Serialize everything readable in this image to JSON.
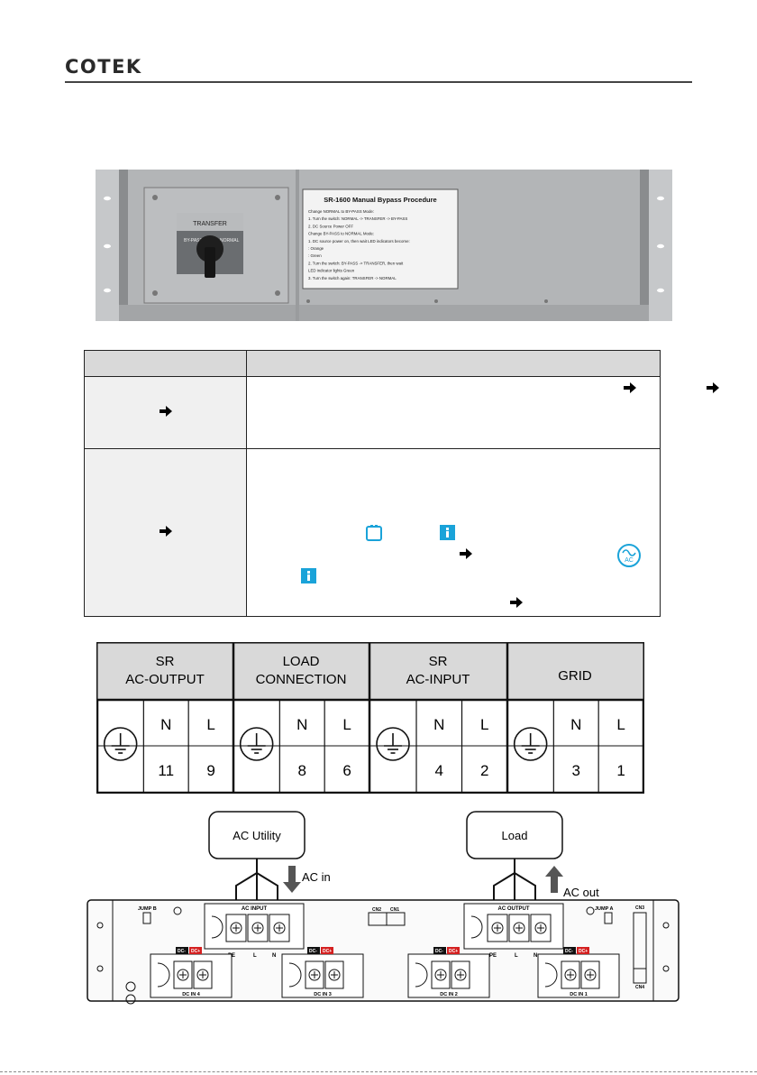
{
  "header": {
    "brand": "COTEK"
  },
  "bypass_panel": {
    "knob_title": "TRANSFER",
    "knob_left": "BY-PASS",
    "knob_right": "NORMAL",
    "placard_title": "SR-1600  Manual Bypass Procedure",
    "placard_lines": [
      "Change NORMAL to BY-PASS Mode:",
      "  1. Turn the switch: NORMAL -> TRANSFER -> BY-PASS",
      "  2. DC Source Power OFF",
      "Change BY-PASS to NORMAL Mode:",
      "  1. DC source power on, then wait LED indicators become:",
      "      : Orange",
      "      : Green",
      "  2. Turn the switch: BY-PASS -> TRANSFER, then wait",
      "      LED indicator lights Green",
      "  3. Turn the switch again: TRANSFER -> NORMAL"
    ]
  },
  "connector_table": {
    "headers": [
      [
        "SR",
        "AC-OUTPUT"
      ],
      [
        "LOAD",
        "CONNECTION"
      ],
      [
        "SR",
        "AC-INPUT"
      ],
      [
        "GRID"
      ]
    ],
    "cols": [
      {
        "n": "N",
        "l": "L",
        "n_num": "11",
        "l_num": "9"
      },
      {
        "n": "N",
        "l": "L",
        "n_num": "8",
        "l_num": "6"
      },
      {
        "n": "N",
        "l": "L",
        "n_num": "4",
        "l_num": "2"
      },
      {
        "n": "N",
        "l": "L",
        "n_num": "3",
        "l_num": "1"
      }
    ]
  },
  "wiring": {
    "ac_utility": "AC Utility",
    "load": "Load",
    "ac_in": "AC in",
    "ac_out": "AC out",
    "jump_b": "JUMP B",
    "jump_a": "JUMP A",
    "ac_input": "AC INPUT",
    "ac_output": "AC OUTPUT",
    "cn2": "CN2",
    "cn1": "CN1",
    "cn3": "CN3",
    "cn4": "CN4",
    "pe": "PE",
    "l": "L",
    "n": "N",
    "dc_minus": "DC-",
    "dc_plus": "DC+",
    "dc_in": [
      "DC IN 4",
      "DC IN 3",
      "DC IN 2",
      "DC IN 1"
    ]
  },
  "colors": {
    "icon_blue": "#1aa3d9",
    "dc_red": "#d42020"
  }
}
